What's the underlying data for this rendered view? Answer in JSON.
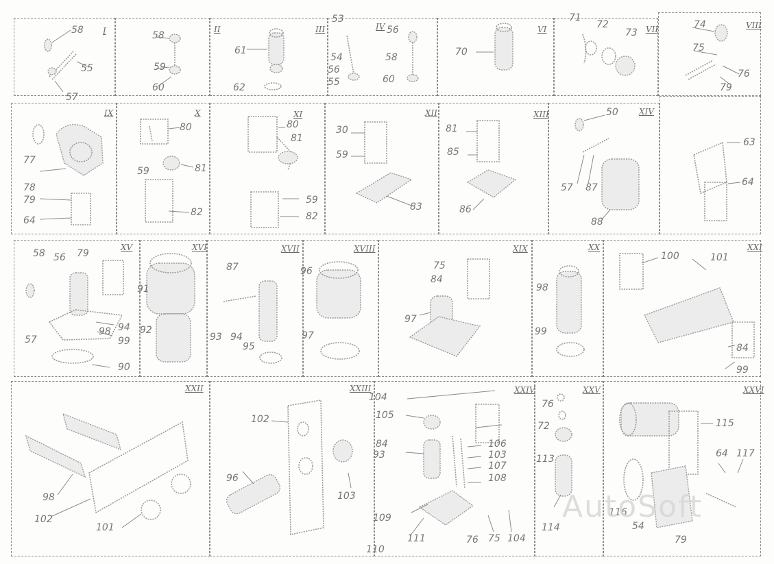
{
  "watermark": "AutoSoft",
  "panels": [
    {
      "roman": "I",
      "labels": [
        "58",
        "55",
        "57"
      ]
    },
    {
      "roman": "II",
      "labels": [
        "58",
        "59",
        "60"
      ]
    },
    {
      "roman": "III",
      "labels": [
        "61",
        "62"
      ]
    },
    {
      "roman": "IV",
      "labels": [
        "53",
        "54",
        "56",
        "55",
        "56",
        "58",
        "60"
      ]
    },
    {
      "roman": "VI",
      "labels": [
        "70"
      ]
    },
    {
      "roman": "VII",
      "labels": [
        "71",
        "72",
        "73"
      ]
    },
    {
      "roman": "VIII",
      "labels": [
        "74",
        "75",
        "76",
        "79"
      ]
    },
    {
      "roman": "IX",
      "labels": [
        "77",
        "78",
        "79",
        "64"
      ]
    },
    {
      "roman": "X",
      "labels": [
        "80",
        "81",
        "59",
        "82"
      ]
    },
    {
      "roman": "XI",
      "labels": [
        "80",
        "81",
        "59",
        "82"
      ]
    },
    {
      "roman": "XII",
      "labels": [
        "30",
        "59",
        "83"
      ]
    },
    {
      "roman": "XIII",
      "labels": [
        "81",
        "85",
        "86"
      ]
    },
    {
      "roman": "XIV",
      "labels": [
        "50",
        "57",
        "87",
        "88"
      ]
    },
    {
      "roman": "",
      "labels": [
        "63",
        "64"
      ]
    },
    {
      "roman": "XV",
      "labels": [
        "58",
        "56",
        "79",
        "94",
        "57",
        "98",
        "99",
        "90"
      ]
    },
    {
      "roman": "XVI",
      "labels": [
        "91",
        "92"
      ]
    },
    {
      "roman": "XVII",
      "labels": [
        "87",
        "93",
        "94",
        "95"
      ]
    },
    {
      "roman": "XVIII",
      "labels": [
        "96",
        "97"
      ]
    },
    {
      "roman": "XIX",
      "labels": [
        "75",
        "84",
        "97"
      ]
    },
    {
      "roman": "XX",
      "labels": [
        "98",
        "99"
      ]
    },
    {
      "roman": "XXI",
      "labels": [
        "100",
        "101",
        "84",
        "99"
      ]
    },
    {
      "roman": "XXII",
      "labels": [
        "98",
        "102",
        "101"
      ]
    },
    {
      "roman": "XXIII",
      "labels": [
        "102",
        "96",
        "103"
      ]
    },
    {
      "roman": "XXIV",
      "labels": [
        "104",
        "105",
        "84",
        "93",
        "106",
        "103",
        "107",
        "108",
        "109",
        "110",
        "111",
        "76",
        "75",
        "104"
      ]
    },
    {
      "roman": "XXV",
      "labels": [
        "76",
        "72",
        "113",
        "114"
      ]
    },
    {
      "roman": "XXVI",
      "labels": [
        "115",
        "64",
        "117",
        "116",
        "54",
        "79"
      ]
    }
  ]
}
